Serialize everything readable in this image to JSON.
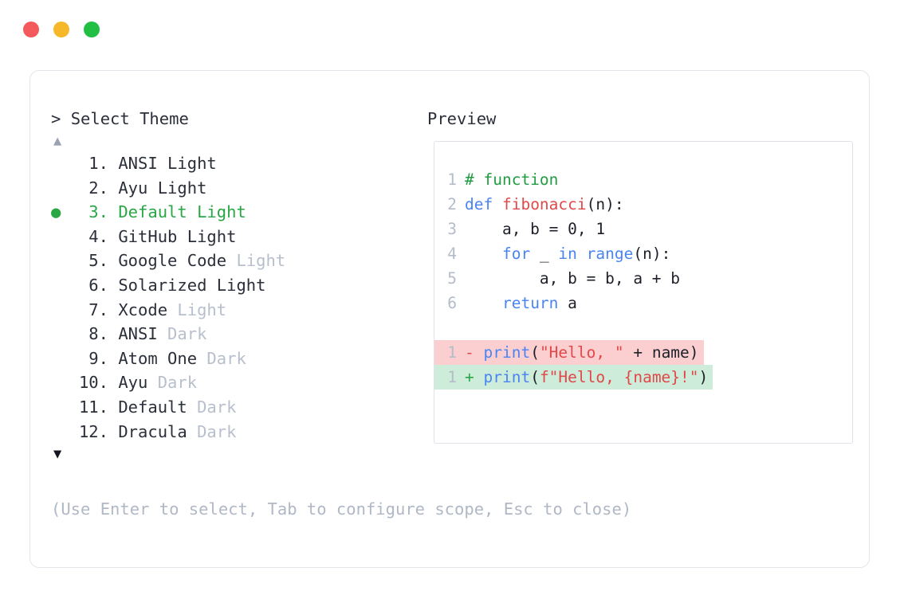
{
  "window": {
    "traffic_lights": [
      {
        "name": "close",
        "color": "#f4595b"
      },
      {
        "name": "minimize",
        "color": "#f6b829"
      },
      {
        "name": "zoom",
        "color": "#22bf45"
      }
    ]
  },
  "picker": {
    "prompt_caret": ">",
    "prompt_label": "Select Theme",
    "scroll_up_icon": "▲",
    "scroll_down_icon": "▼",
    "selected_index": 3,
    "selected_bullet": "●",
    "accent_color": "#29a745",
    "muted_color": "#b8bfcc",
    "items": [
      {
        "index": " 1.",
        "name": "ANSI Light",
        "variant": ""
      },
      {
        "index": " 2.",
        "name": "Ayu Light",
        "variant": ""
      },
      {
        "index": " 3.",
        "name": "Default Light",
        "variant": ""
      },
      {
        "index": " 4.",
        "name": "GitHub Light",
        "variant": ""
      },
      {
        "index": " 5.",
        "name": "Google Code",
        "variant": " Light"
      },
      {
        "index": " 6.",
        "name": "Solarized Light",
        "variant": ""
      },
      {
        "index": " 7.",
        "name": "Xcode",
        "variant": " Light"
      },
      {
        "index": " 8.",
        "name": "ANSI",
        "variant": " Dark"
      },
      {
        "index": " 9.",
        "name": "Atom One",
        "variant": " Dark"
      },
      {
        "index": "10.",
        "name": "Ayu",
        "variant": " Dark"
      },
      {
        "index": "11.",
        "name": "Default",
        "variant": " Dark"
      },
      {
        "index": "12.",
        "name": "Dracula",
        "variant": " Dark"
      }
    ],
    "hint": "(Use Enter to select, Tab to configure scope, Esc to close)"
  },
  "preview": {
    "title": "Preview",
    "code_lines": [
      {
        "number": "1",
        "tokens": [
          {
            "text": "# function",
            "type": "comment"
          }
        ]
      },
      {
        "number": "2",
        "tokens": [
          {
            "text": "def ",
            "type": "keyword"
          },
          {
            "text": "fibonacci",
            "type": "func"
          },
          {
            "text": "(n):",
            "type": "plain"
          }
        ]
      },
      {
        "number": "3",
        "tokens": [
          {
            "text": "    a, b = 0, 1",
            "type": "plain"
          }
        ]
      },
      {
        "number": "4",
        "tokens": [
          {
            "text": "    ",
            "type": "plain"
          },
          {
            "text": "for ",
            "type": "keyword"
          },
          {
            "text": "_ ",
            "type": "plain"
          },
          {
            "text": "in range",
            "type": "keyword"
          },
          {
            "text": "(n):",
            "type": "plain"
          }
        ]
      },
      {
        "number": "5",
        "tokens": [
          {
            "text": "        a, b = b, a + b",
            "type": "plain"
          }
        ]
      },
      {
        "number": "6",
        "tokens": [
          {
            "text": "    ",
            "type": "plain"
          },
          {
            "text": "return ",
            "type": "keyword"
          },
          {
            "text": "a",
            "type": "plain"
          }
        ]
      }
    ],
    "diff_lines": [
      {
        "kind": "deletion",
        "number": "1",
        "marker": "-",
        "background": "#fbcfd0",
        "tokens": [
          {
            "text": "print",
            "type": "keyword"
          },
          {
            "text": "(",
            "type": "plain"
          },
          {
            "text": "\"Hello, \"",
            "type": "string"
          },
          {
            "text": " + name)",
            "type": "plain"
          }
        ]
      },
      {
        "kind": "addition",
        "number": "1",
        "marker": "+",
        "background": "#cdecd9",
        "tokens": [
          {
            "text": "print",
            "type": "keyword"
          },
          {
            "text": "(",
            "type": "plain"
          },
          {
            "text": "f\"Hello, {name}!\"",
            "type": "string"
          },
          {
            "text": ")",
            "type": "plain"
          }
        ]
      }
    ]
  }
}
